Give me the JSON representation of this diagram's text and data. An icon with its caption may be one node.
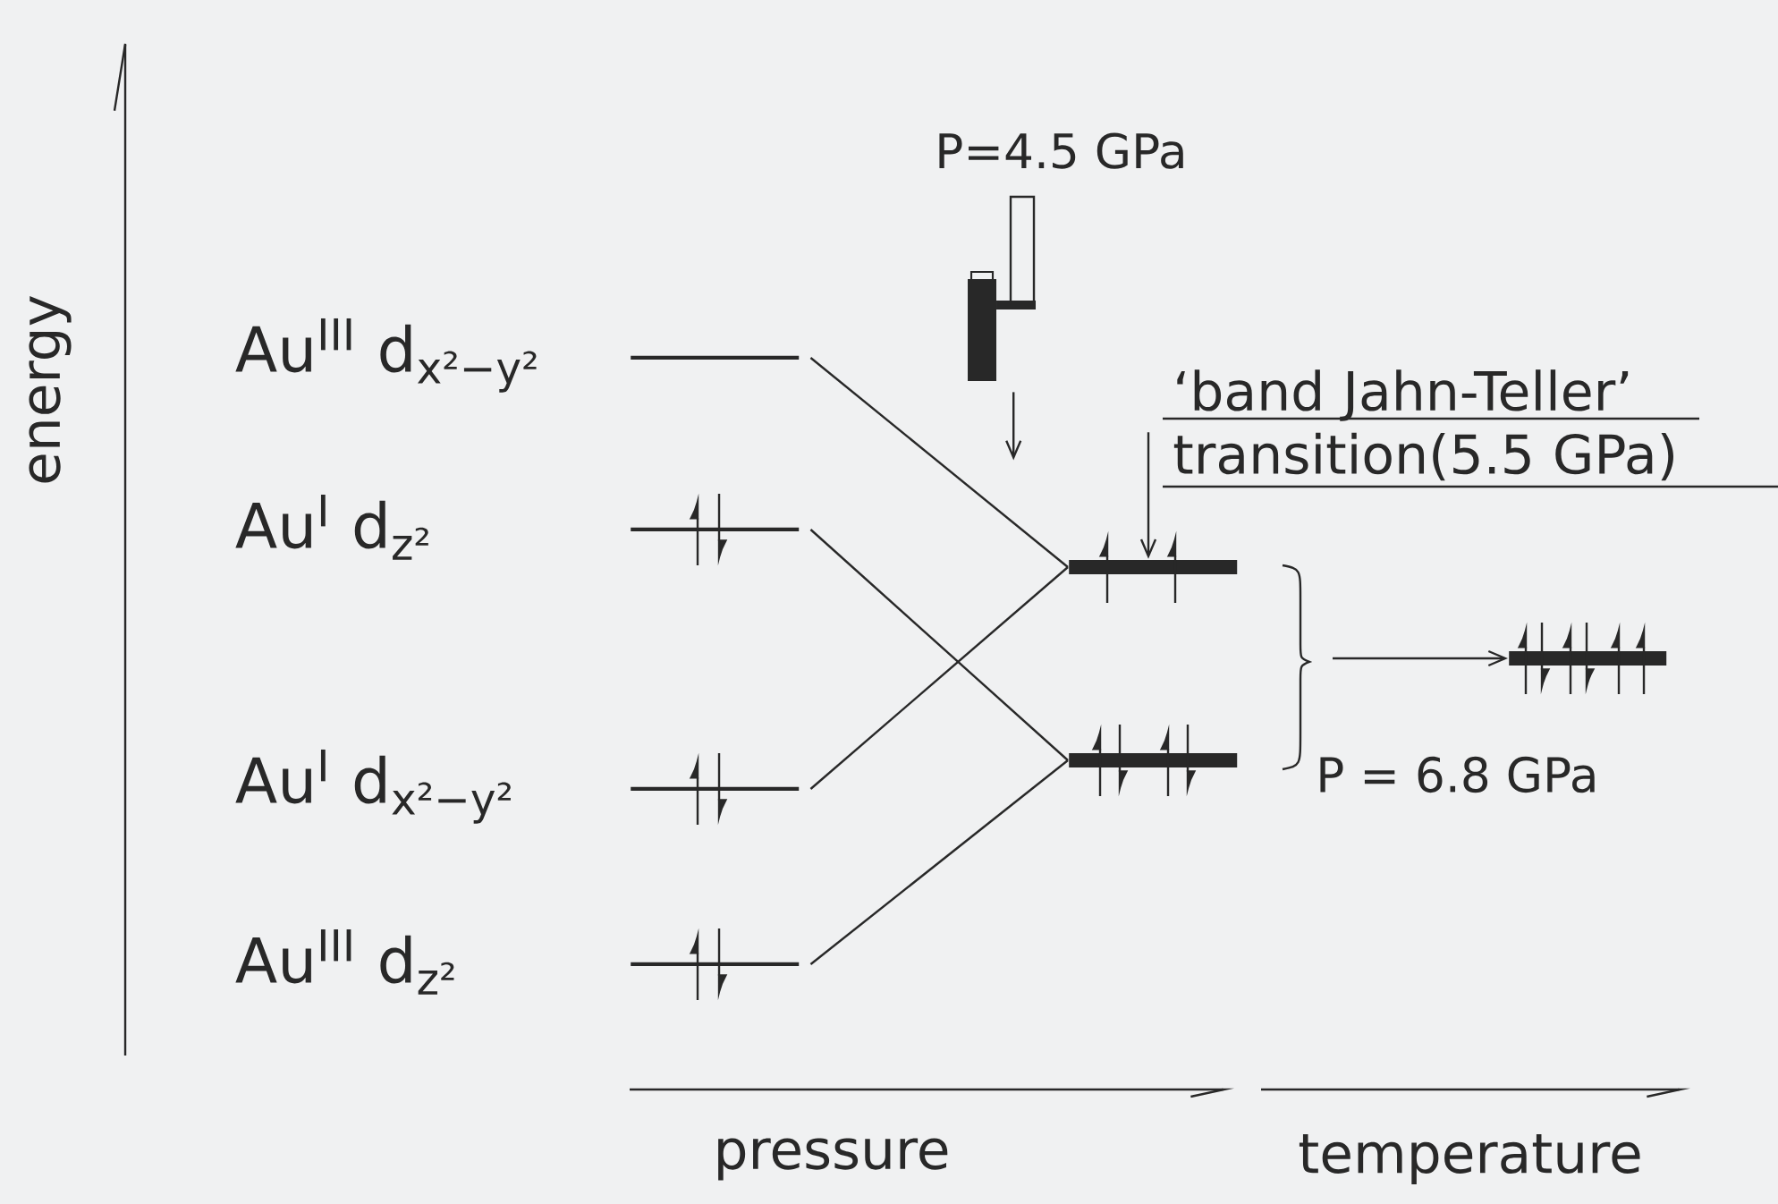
{
  "diagram": {
    "nodes": [
      {
        "text": [
          "Au$^{III}$ d$_{x²−y²}$"
        ]
      },
      {
        "text": [
          "Au$^{I}$ d$_{z²}$"
        ]
      },
      {
        "text": [
          "Au$^{I}$ d$_{x²−y²}$"
        ]
      },
      {
        "text": [
          "Au$^{III}$ d$_{z²}$"
        ]
      },
      {
        "text": [],
        "shape": "bar"
      },
      {
        "text": [],
        "shape": "bar"
      },
      {
        "text": [],
        "shape": "bar"
      },
      {
        "text": [],
        "shape": "picture",
        "beside": [
          "P=4.5 GPa"
        ]
      },
      {
        "text": [
          "‘band Jahn-Teller’ transition(5.5 GPa)"
        ]
      }
    ],
    "edges": [
      {
        "from": 0,
        "to": 4,
        "arrow": "none"
      },
      {
        "from": 1,
        "to": 5,
        "arrow": "none"
      },
      {
        "from": 2,
        "to": 4,
        "arrow": "none"
      },
      {
        "from": 3,
        "to": 5,
        "arrow": "none"
      },
      {
        "from": 7,
        "to": null,
        "arrow": "to"
      },
      {
        "from": 8,
        "to": 4,
        "arrow": "to"
      },
      {
        "from": null,
        "to": 6,
        "arrow": "to"
      }
    ],
    "labels": [
      "energy",
      "P = 6.8 GPa",
      "pressure",
      "temperature"
    ]
  }
}
